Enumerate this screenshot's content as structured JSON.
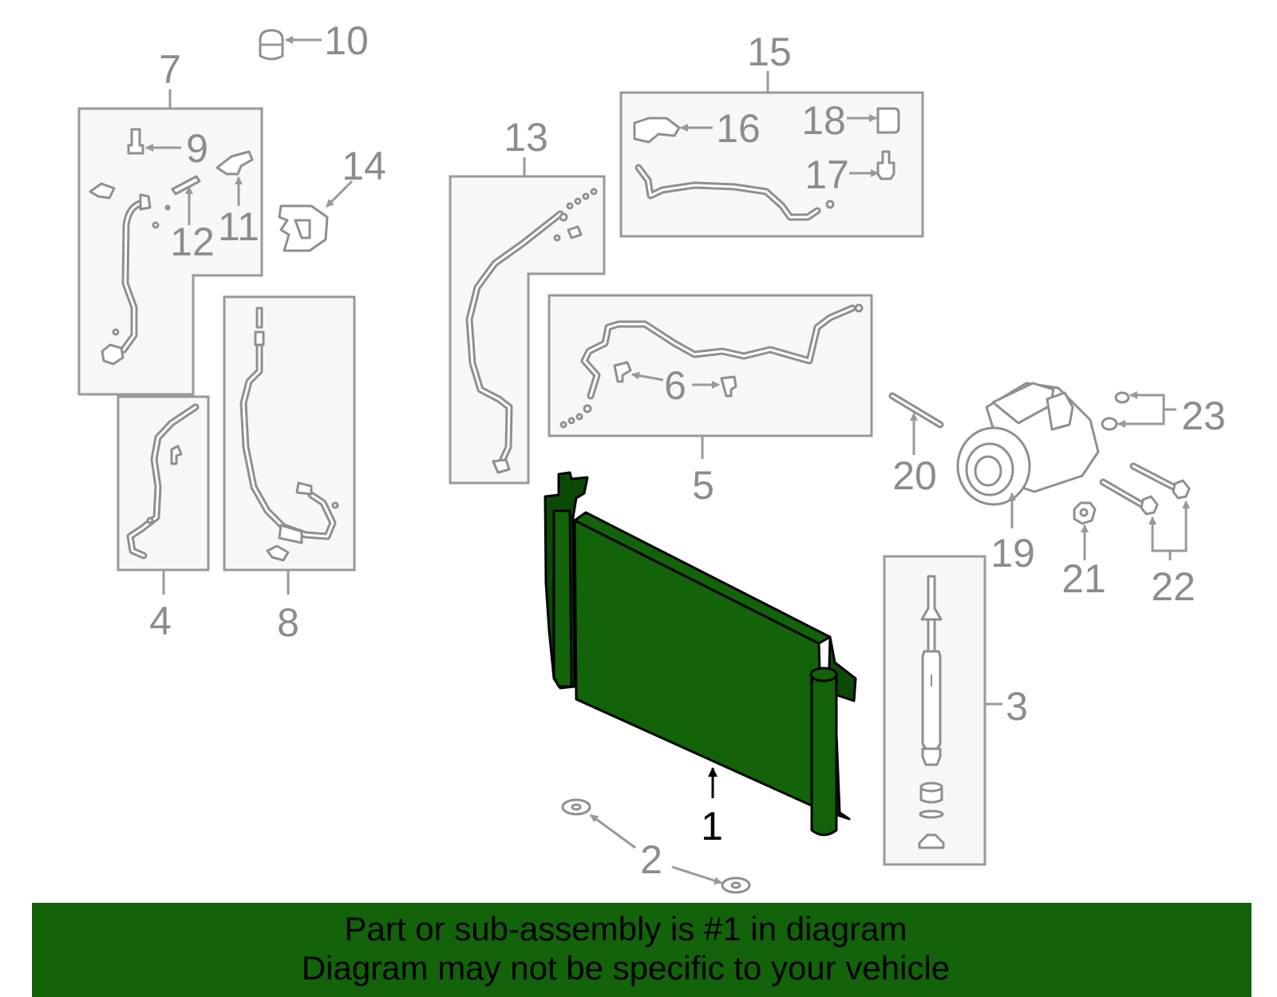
{
  "diagram": {
    "callouts": {
      "c1": "1",
      "c2": "2",
      "c3": "3",
      "c4": "4",
      "c5": "5",
      "c6": "6",
      "c7": "7",
      "c8": "8",
      "c9": "9",
      "c10": "10",
      "c11": "11",
      "c12": "12",
      "c13": "13",
      "c14": "14",
      "c15": "15",
      "c16": "16",
      "c17": "17",
      "c18": "18",
      "c19": "19",
      "c20": "20",
      "c21": "21",
      "c22": "22",
      "c23": "23"
    },
    "highlighted_part": "1",
    "highlight_color": "#126309"
  },
  "banner": {
    "line1": "Part or sub-assembly is #1 in diagram",
    "line2": "Diagram may not be specific to your vehicle",
    "background_color": "#126309"
  }
}
